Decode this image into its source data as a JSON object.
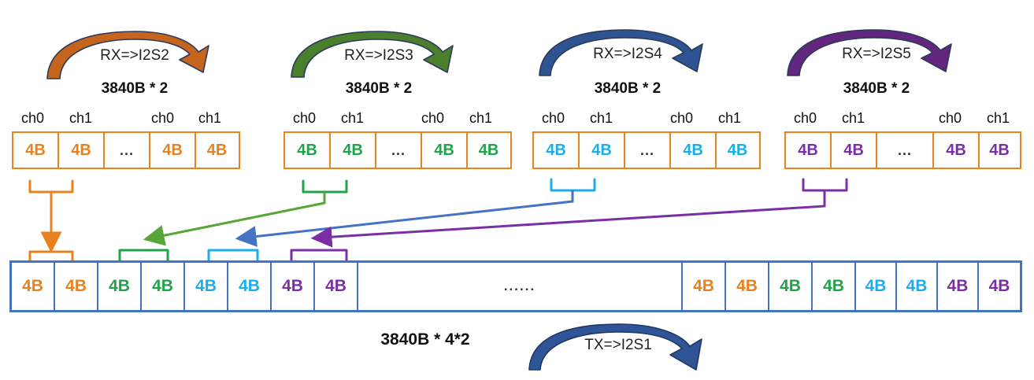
{
  "colors": {
    "orange": "#E8821E",
    "green": "#22A24B",
    "cyan": "#1BAEE8",
    "purple": "#7B2FA5",
    "blue_border": "#4472C4",
    "arc_orange": "#C5641D",
    "arc_green": "#4A7F2C",
    "arc_blue": "#2E5391",
    "arc_purple": "#63267F",
    "arc_tx": "#2F5597",
    "box_border_orange": "#E8821E",
    "text_dark": "#111111"
  },
  "rx_blocks": [
    {
      "id": "i2s2",
      "arc_label": "RX=>I2S2",
      "size_label": "3840B * 2",
      "cells": [
        "4B",
        "4B",
        "...",
        "4B",
        "4B"
      ],
      "ch_labels": [
        "ch0",
        "ch1",
        "ch0",
        "ch1"
      ],
      "text_color": "#E8821E",
      "arc_color": "#C5641D",
      "bracket_color": "#E8821E"
    },
    {
      "id": "i2s3",
      "arc_label": "RX=>I2S3",
      "size_label": "3840B * 2",
      "cells": [
        "4B",
        "4B",
        "...",
        "4B",
        "4B"
      ],
      "ch_labels": [
        "ch0",
        "ch1",
        "ch0",
        "ch1"
      ],
      "text_color": "#22A24B",
      "arc_color": "#4A7F2C",
      "bracket_color": "#22A24B"
    },
    {
      "id": "i2s4",
      "arc_label": "RX=>I2S4",
      "size_label": "3840B * 2",
      "cells": [
        "4B",
        "4B",
        "...",
        "4B",
        "4B"
      ],
      "ch_labels": [
        "ch0",
        "ch1",
        "ch0",
        "ch1"
      ],
      "text_color": "#1BAEE8",
      "arc_color": "#2E5391",
      "bracket_color": "#1BAEE8"
    },
    {
      "id": "i2s5",
      "arc_label": "RX=>I2S5",
      "size_label": "3840B * 2",
      "cells": [
        "4B",
        "4B",
        "...",
        "4B",
        "4B"
      ],
      "ch_labels": [
        "ch0",
        "ch1",
        "ch0",
        "ch1"
      ],
      "text_color": "#7B2FA5",
      "arc_color": "#63267F",
      "bracket_color": "#7B2FA5"
    }
  ],
  "tx_buffer": {
    "size_label": "3840B * 4*2",
    "arc_label": "TX=>I2S1",
    "arc_color": "#2F5597",
    "border_color": "#4472C4",
    "dots": "......",
    "left_cells": [
      {
        "label": "4B",
        "color": "#E8821E"
      },
      {
        "label": "4B",
        "color": "#E8821E"
      },
      {
        "label": "4B",
        "color": "#22A24B"
      },
      {
        "label": "4B",
        "color": "#22A24B"
      },
      {
        "label": "4B",
        "color": "#1BAEE8"
      },
      {
        "label": "4B",
        "color": "#1BAEE8"
      },
      {
        "label": "4B",
        "color": "#7B2FA5"
      },
      {
        "label": "4B",
        "color": "#7B2FA5"
      }
    ],
    "right_cells": [
      {
        "label": "4B",
        "color": "#E8821E"
      },
      {
        "label": "4B",
        "color": "#E8821E"
      },
      {
        "label": "4B",
        "color": "#22A24B"
      },
      {
        "label": "4B",
        "color": "#22A24B"
      },
      {
        "label": "4B",
        "color": "#1BAEE8"
      },
      {
        "label": "4B",
        "color": "#1BAEE8"
      },
      {
        "label": "4B",
        "color": "#7B2FA5"
      },
      {
        "label": "4B",
        "color": "#7B2FA5"
      }
    ]
  }
}
